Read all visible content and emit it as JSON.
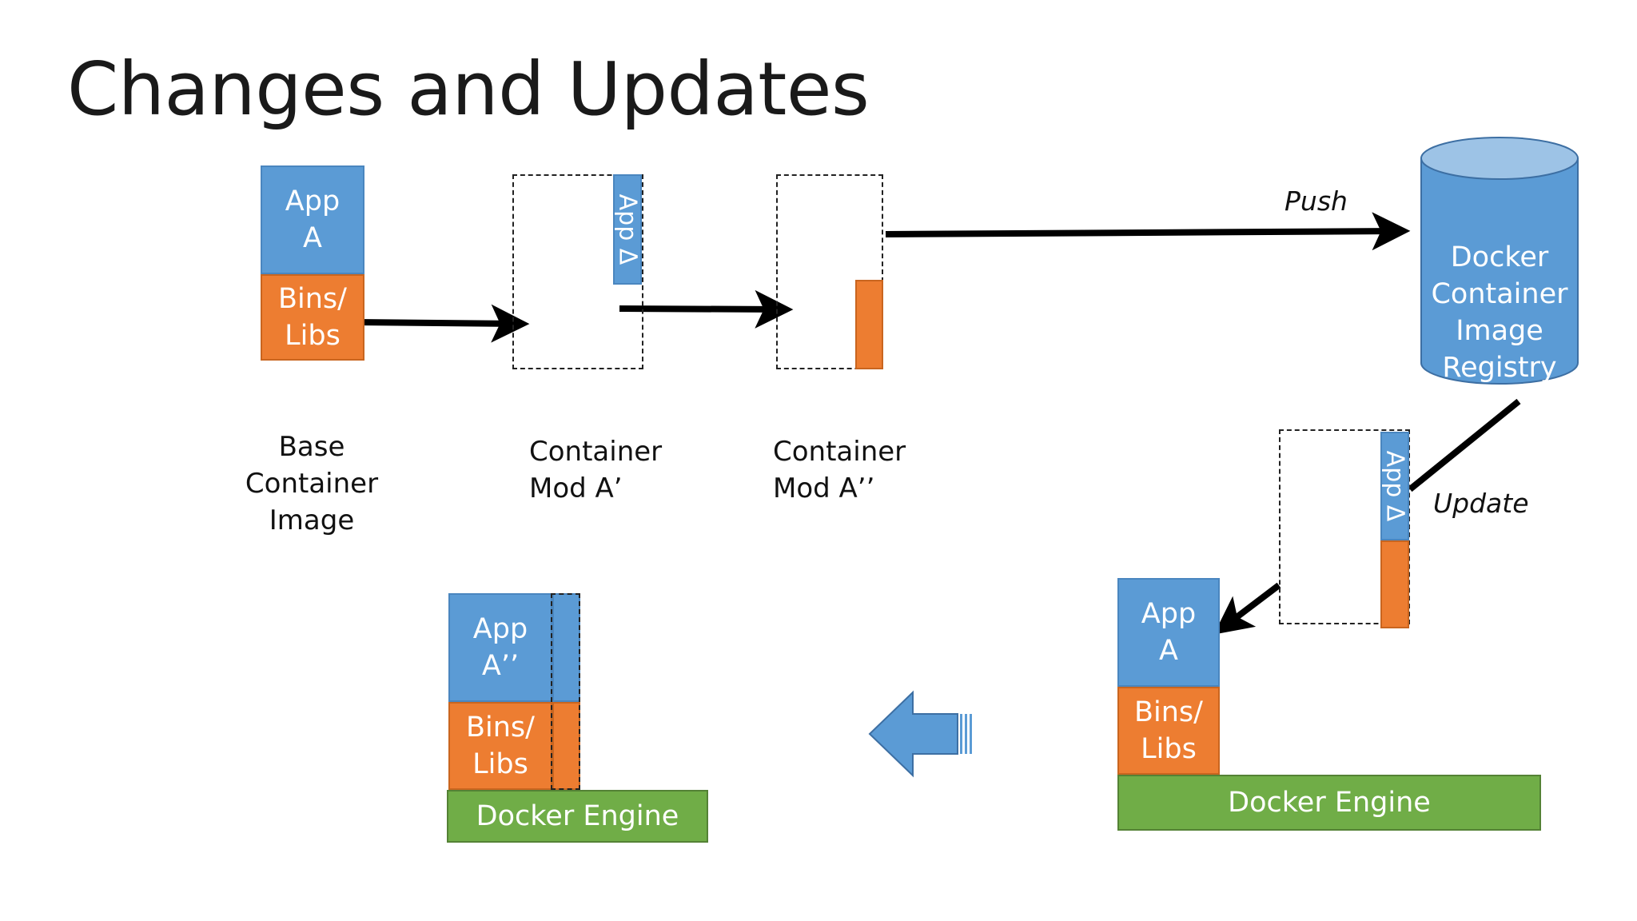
{
  "slide": {
    "title": "Changes and Updates"
  },
  "base_image": {
    "app_label_line1": "App",
    "app_label_line2": "A",
    "bins_label_line1": "Bins/",
    "bins_label_line2": "Libs",
    "caption_line1": "Base",
    "caption_line2": "Container",
    "caption_line3": "Image"
  },
  "mod_a1": {
    "app_delta_label": "App Δ",
    "caption_line1": "Container",
    "caption_line2": "Mod A’"
  },
  "mod_a2": {
    "caption_line1": "Container",
    "caption_line2": "Mod A’’"
  },
  "registry": {
    "label_line1": "Docker",
    "label_line2": "Container",
    "label_line3": "Image",
    "label_line4": "Registry"
  },
  "arrows": {
    "push_label": "Push",
    "update_label": "Update"
  },
  "host_right": {
    "app_label_line1": "App",
    "app_label_line2": "A",
    "bins_label_line1": "Bins/",
    "bins_label_line2": "Libs",
    "engine_label": "Docker Engine",
    "delta_app_label": "App Δ"
  },
  "host_left": {
    "app_label_line1": "App",
    "app_label_line2": "A’’",
    "bins_label_line1": "Bins/",
    "bins_label_line2": "Libs",
    "engine_label": "Docker Engine"
  },
  "colors": {
    "app_blue": "#5b9bd5",
    "bins_orange": "#ed7d31",
    "engine_green": "#70ad47"
  }
}
